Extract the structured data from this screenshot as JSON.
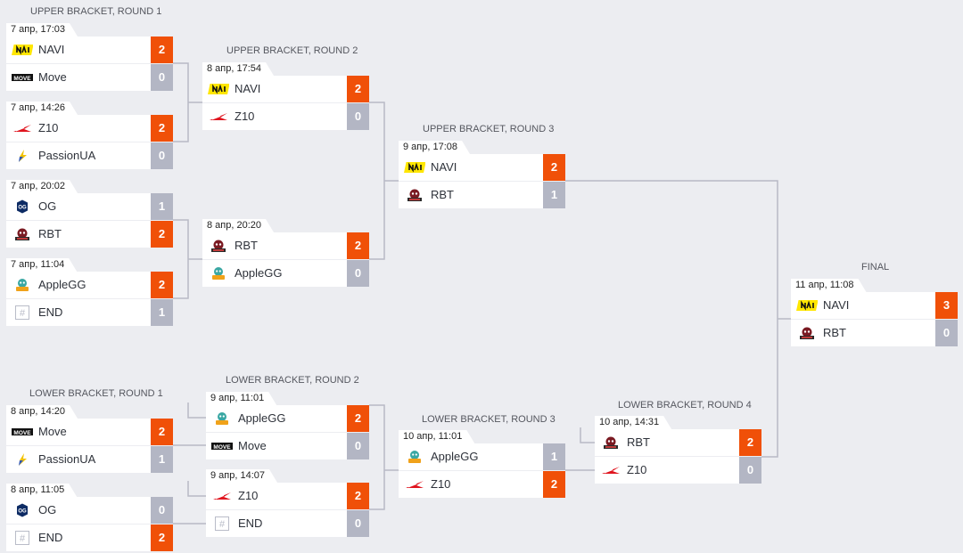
{
  "round_titles": {
    "ub_r1": "UPPER BRACKET, ROUND 1",
    "ub_r2": "UPPER BRACKET, ROUND 2",
    "ub_r3": "UPPER BRACKET, ROUND 3",
    "lb_r1": "LOWER BRACKET, ROUND 1",
    "lb_r2": "LOWER BRACKET, ROUND 2",
    "lb_r3": "LOWER BRACKET, ROUND 3",
    "lb_r4": "LOWER BRACKET, ROUND 4",
    "final": "FINAL"
  },
  "colors": {
    "win": "#f05008",
    "loss": "#b3b6c4",
    "background": "#ecedf1",
    "connector": "#b8bac6"
  },
  "matches": {
    "ub1a": {
      "date": "7 апр, 17:03",
      "team1": {
        "name": "NAVI",
        "logo": "navi-logo",
        "score": "2"
      },
      "team2": {
        "name": "Move",
        "logo": "move-logo",
        "score": "0"
      }
    },
    "ub1b": {
      "date": "7 апр, 14:26",
      "team1": {
        "name": "Z10",
        "logo": "z10-logo",
        "score": "2"
      },
      "team2": {
        "name": "PassionUA",
        "logo": "passionua-logo",
        "score": "0"
      }
    },
    "ub1c": {
      "date": "7 апр, 20:02",
      "team1": {
        "name": "OG",
        "logo": "og-logo",
        "score": "1"
      },
      "team2": {
        "name": "RBT",
        "logo": "rbt-logo",
        "score": "2"
      }
    },
    "ub1d": {
      "date": "7 апр, 11:04",
      "team1": {
        "name": "AppleGG",
        "logo": "applegg-logo",
        "score": "2"
      },
      "team2": {
        "name": "END",
        "logo": "end-logo",
        "score": "1"
      }
    },
    "ub2a": {
      "date": "8 апр, 17:54",
      "team1": {
        "name": "NAVI",
        "logo": "navi-logo",
        "score": "2"
      },
      "team2": {
        "name": "Z10",
        "logo": "z10-logo",
        "score": "0"
      }
    },
    "ub2b": {
      "date": "8 апр, 20:20",
      "team1": {
        "name": "RBT",
        "logo": "rbt-logo",
        "score": "2"
      },
      "team2": {
        "name": "AppleGG",
        "logo": "applegg-logo",
        "score": "0"
      }
    },
    "ub3": {
      "date": "9 апр, 17:08",
      "team1": {
        "name": "NAVI",
        "logo": "navi-logo",
        "score": "2"
      },
      "team2": {
        "name": "RBT",
        "logo": "rbt-logo",
        "score": "1"
      }
    },
    "final": {
      "date": "11 апр, 11:08",
      "team1": {
        "name": "NAVI",
        "logo": "navi-logo",
        "score": "3"
      },
      "team2": {
        "name": "RBT",
        "logo": "rbt-logo",
        "score": "0"
      }
    },
    "lb1a": {
      "date": "8 апр, 14:20",
      "team1": {
        "name": "Move",
        "logo": "move-logo",
        "score": "2"
      },
      "team2": {
        "name": "PassionUA",
        "logo": "passionua-logo",
        "score": "1"
      }
    },
    "lb1b": {
      "date": "8 апр, 11:05",
      "team1": {
        "name": "OG",
        "logo": "og-logo",
        "score": "0"
      },
      "team2": {
        "name": "END",
        "logo": "end-logo",
        "score": "2"
      }
    },
    "lb2a": {
      "date": "9 апр, 11:01",
      "team1": {
        "name": "AppleGG",
        "logo": "applegg-logo",
        "score": "2"
      },
      "team2": {
        "name": "Move",
        "logo": "move-logo",
        "score": "0"
      }
    },
    "lb2b": {
      "date": "9 апр, 14:07",
      "team1": {
        "name": "Z10",
        "logo": "z10-logo",
        "score": "2"
      },
      "team2": {
        "name": "END",
        "logo": "end-logo",
        "score": "0"
      }
    },
    "lb3": {
      "date": "10 апр, 11:01",
      "team1": {
        "name": "AppleGG",
        "logo": "applegg-logo",
        "score": "1"
      },
      "team2": {
        "name": "Z10",
        "logo": "z10-logo",
        "score": "2"
      }
    },
    "lb4": {
      "date": "10 апр, 14:31",
      "team1": {
        "name": "RBT",
        "logo": "rbt-logo",
        "score": "2"
      },
      "team2": {
        "name": "Z10",
        "logo": "z10-logo",
        "score": "0"
      }
    }
  }
}
